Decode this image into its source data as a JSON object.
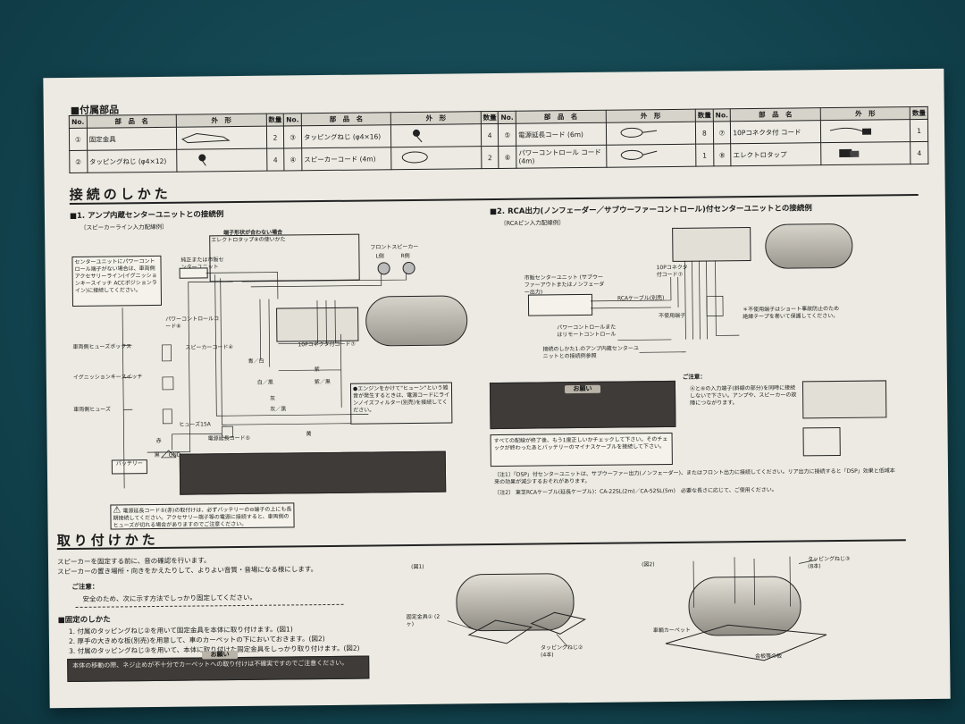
{
  "parts": {
    "heading": "■付属部品",
    "headers": {
      "no": "No.",
      "name": "部　品　名",
      "shape": "外　形",
      "qty": "数量"
    },
    "items": [
      {
        "no": "①",
        "name": "固定金具",
        "qty": "2"
      },
      {
        "no": "②",
        "name": "タッピングねじ (φ4×12)",
        "qty": "4"
      },
      {
        "no": "③",
        "name": "タッピングねじ (φ4×16)",
        "qty": "4"
      },
      {
        "no": "④",
        "name": "スピーカーコード (4m)",
        "qty": "2"
      },
      {
        "no": "⑤",
        "name": "電源延長コード (6m)",
        "qty": "8"
      },
      {
        "no": "⑥",
        "name": "パワーコントロール コード (4m)",
        "qty": "1"
      },
      {
        "no": "⑦",
        "name": "10Pコネクタ付 コード",
        "qty": "1"
      },
      {
        "no": "⑧",
        "name": "エレクトロタップ",
        "qty": "4"
      }
    ]
  },
  "connect": {
    "title": "接続のしかた",
    "sec1_title": "■1. アンプ内蔵センターユニットとの接続例",
    "sec1_sub": "〔スピーカーライン入力配線例〕",
    "sec1_callout": "センターユニットにパワーコントロール端子がない場合は、車両側アクセサリーライン(イグニッションキースイッチ ACCポジションライン)に接続してください。",
    "tap_caption": "端子形状が合わない場合",
    "tap_caption2": "エレクトロタップ⑧の使いかた",
    "front_speaker": "フロントスピーカー",
    "lr": [
      "L側",
      "R側"
    ],
    "unit_label": "純正または市販センターユニット",
    "power_cord": "パワーコントロールコード⑥",
    "speaker_cord": "スピーカーコード④",
    "connector": "10Pコネクタ付コード⑦",
    "fuse_box": "車両側ヒューズボックス",
    "ignition": "イグニッションキースイッチ",
    "car_fuse": "車両側ヒューズ",
    "fuse15": "ヒューズ15A",
    "power_ext": "電源延長コード⑤",
    "gnd": "GND",
    "battery": "バッテリー",
    "engine_note": "●エンジンをかけて\"ヒューン\"という雑音が発生するときは、電源コードにラインノイズフィルター(別売)を接続してください。",
    "warn_text": "電源延長コード⑤(赤)の取付けは、必ずバッテリーの⊖端子の上にも長期接続してください。アクセサリー端子等の電源に接続すると、車両側のヒューズが切れる場合がありますのでご注意ください。",
    "wire_labels": [
      "青／白",
      "白／黒",
      "灰",
      "灰／黒",
      "紫",
      "紫／黒",
      "黄",
      "赤",
      "黒"
    ]
  },
  "rca": {
    "sec2_title": "■2. RCA出力(ノンフェーダー／サブウーファーコントロール)付センターユニットとの接続例",
    "sec2_sub": "〔RCAピン入力配線例〕",
    "unit_label": "市販センターユニット (サブウーファーアウトまたはノンフェーダー出力)",
    "rca_cable": "RCAケーブル(別売)",
    "connector": "10Pコネクタ付コード⑦",
    "unused": "不使用端子",
    "unused_note": "＊不使用端子はショート事故防止のため絶縁テープを巻いて保護してください。",
    "remote": "パワーコントロールまたはリモートコントロール",
    "other_ref": "接続のしかた1.のアンプ内蔵センターユニットとの接続例参照",
    "caution_title": "ご注意：",
    "caution_text": "Ⓐと⑥の入力端子(斜線の部分)を同時に接続しないで下さい。アンプや、スピーカーの故障につながります。",
    "oneg_label": "お願い",
    "check_text": "すべての配線が終了後、もう1度正しいかチェックして下さい。そのチェックが終わったあとバッテリーのマイナスケーブルを接続して下さい。",
    "note1": "〔注1〕「DSP」付センターユニットは、サブウーファー出力(ノンフェーダー)、またはフロント出力に接続してください。リア出力に接続すると「DSP」効果と低域本来の効果が減少するおそれがあります。",
    "note2": "〔注2〕 東芝RCAケーブル(延長ケーブル)：CA-22SL(2m)／CA-52SL(5m)　必要な長さに応じて、ご使用ください。"
  },
  "install": {
    "title": "取り付けかた",
    "intro1": "スピーカーを固定する前に、音の確認を行います。",
    "intro2": "スピーカーの置き場所・向きをかえたりして、よりよい音質・音場になる様にします。",
    "caution_title": "ご注意：",
    "caution_text": "安全のため、次に示す方法でしっかり固定してください。",
    "fix_title": "■固定のしかた",
    "steps": [
      "1. 付属のタッピングねじ②を用いて固定金具を本体に取り付けます。(図1)",
      "2. 厚手の大きめな板(別売)を用意して、車のカーペットの下においておきます。(図2)",
      "3. 付属のタッピングねじ③を用いて、本体に取り付けた固定金具をしっかり取り付けます。(図2)"
    ],
    "oneg_label": "お願い",
    "oneg_text": "本体の移動の際、ネジ止めが不十分でカーペットへの取り付けは不確実ですのでご注意ください。",
    "fig1": "(図1)",
    "fig2": "(図2)",
    "fig1_bracket": "固定金具① (2ヶ)",
    "fig1_screw": "タッピングねじ② (4本)",
    "fig2_screw": "タッピングねじ③ (8本)",
    "fig2_carpet": "車輌カーペット",
    "fig2_board": "合板等の板"
  }
}
